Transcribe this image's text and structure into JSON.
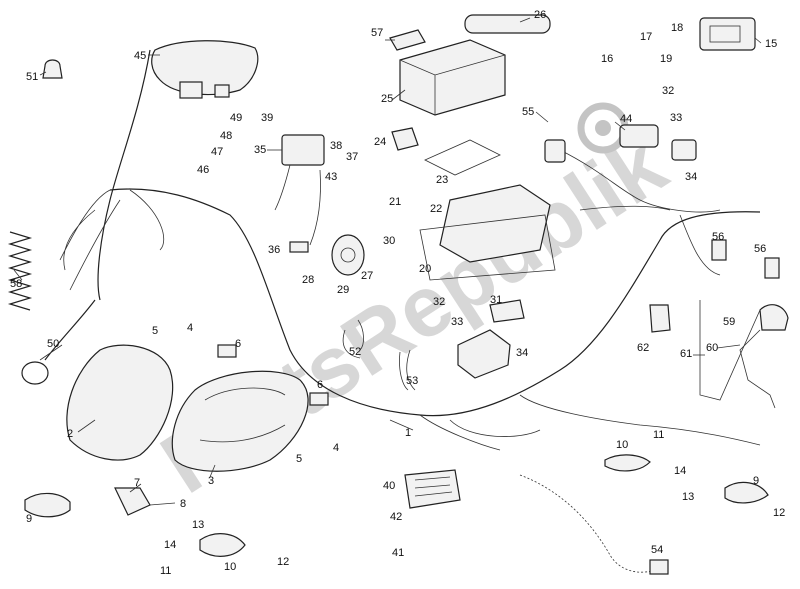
{
  "watermark": "PartsRepublik",
  "labels": [
    {
      "key": "l1",
      "text": "1"
    },
    {
      "key": "l2",
      "text": "2"
    },
    {
      "key": "l3",
      "text": "3"
    },
    {
      "key": "l4a",
      "text": "4"
    },
    {
      "key": "l4b",
      "text": "4"
    },
    {
      "key": "l5a",
      "text": "5"
    },
    {
      "key": "l5b",
      "text": "5"
    },
    {
      "key": "l6a",
      "text": "6"
    },
    {
      "key": "l6b",
      "text": "6"
    },
    {
      "key": "l7",
      "text": "7"
    },
    {
      "key": "l8",
      "text": "8"
    },
    {
      "key": "l9a",
      "text": "9"
    },
    {
      "key": "l9b",
      "text": "9"
    },
    {
      "key": "l10a",
      "text": "10"
    },
    {
      "key": "l10b",
      "text": "10"
    },
    {
      "key": "l11a",
      "text": "11"
    },
    {
      "key": "l11b",
      "text": "11"
    },
    {
      "key": "l12a",
      "text": "12"
    },
    {
      "key": "l12b",
      "text": "12"
    },
    {
      "key": "l13a",
      "text": "13"
    },
    {
      "key": "l13b",
      "text": "13"
    },
    {
      "key": "l14a",
      "text": "14"
    },
    {
      "key": "l14b",
      "text": "14"
    },
    {
      "key": "l15",
      "text": "15"
    },
    {
      "key": "l16",
      "text": "16"
    },
    {
      "key": "l17",
      "text": "17"
    },
    {
      "key": "l18",
      "text": "18"
    },
    {
      "key": "l19",
      "text": "19"
    },
    {
      "key": "l20",
      "text": "20"
    },
    {
      "key": "l21",
      "text": "21"
    },
    {
      "key": "l22",
      "text": "22"
    },
    {
      "key": "l23",
      "text": "23"
    },
    {
      "key": "l24",
      "text": "24"
    },
    {
      "key": "l25",
      "text": "25"
    },
    {
      "key": "l26",
      "text": "26"
    },
    {
      "key": "l27",
      "text": "27"
    },
    {
      "key": "l28",
      "text": "28"
    },
    {
      "key": "l29",
      "text": "29"
    },
    {
      "key": "l30",
      "text": "30"
    },
    {
      "key": "l31",
      "text": "31"
    },
    {
      "key": "l32a",
      "text": "32"
    },
    {
      "key": "l32b",
      "text": "32"
    },
    {
      "key": "l33a",
      "text": "33"
    },
    {
      "key": "l33b",
      "text": "33"
    },
    {
      "key": "l34a",
      "text": "34"
    },
    {
      "key": "l34b",
      "text": "34"
    },
    {
      "key": "l35",
      "text": "35"
    },
    {
      "key": "l36",
      "text": "36"
    },
    {
      "key": "l37",
      "text": "37"
    },
    {
      "key": "l38",
      "text": "38"
    },
    {
      "key": "l39",
      "text": "39"
    },
    {
      "key": "l40",
      "text": "40"
    },
    {
      "key": "l41",
      "text": "41"
    },
    {
      "key": "l42",
      "text": "42"
    },
    {
      "key": "l43",
      "text": "43"
    },
    {
      "key": "l44",
      "text": "44"
    },
    {
      "key": "l45",
      "text": "45"
    },
    {
      "key": "l46",
      "text": "46"
    },
    {
      "key": "l47",
      "text": "47"
    },
    {
      "key": "l48",
      "text": "48"
    },
    {
      "key": "l49",
      "text": "49"
    },
    {
      "key": "l50",
      "text": "50"
    },
    {
      "key": "l51",
      "text": "51"
    },
    {
      "key": "l52",
      "text": "52"
    },
    {
      "key": "l53",
      "text": "53"
    },
    {
      "key": "l54",
      "text": "54"
    },
    {
      "key": "l55",
      "text": "55"
    },
    {
      "key": "l56a",
      "text": "56"
    },
    {
      "key": "l56b",
      "text": "56"
    },
    {
      "key": "l57",
      "text": "57"
    },
    {
      "key": "l58",
      "text": "58"
    },
    {
      "key": "l59",
      "text": "59"
    },
    {
      "key": "l60",
      "text": "60"
    },
    {
      "key": "l61",
      "text": "61"
    },
    {
      "key": "l62",
      "text": "62"
    }
  ]
}
